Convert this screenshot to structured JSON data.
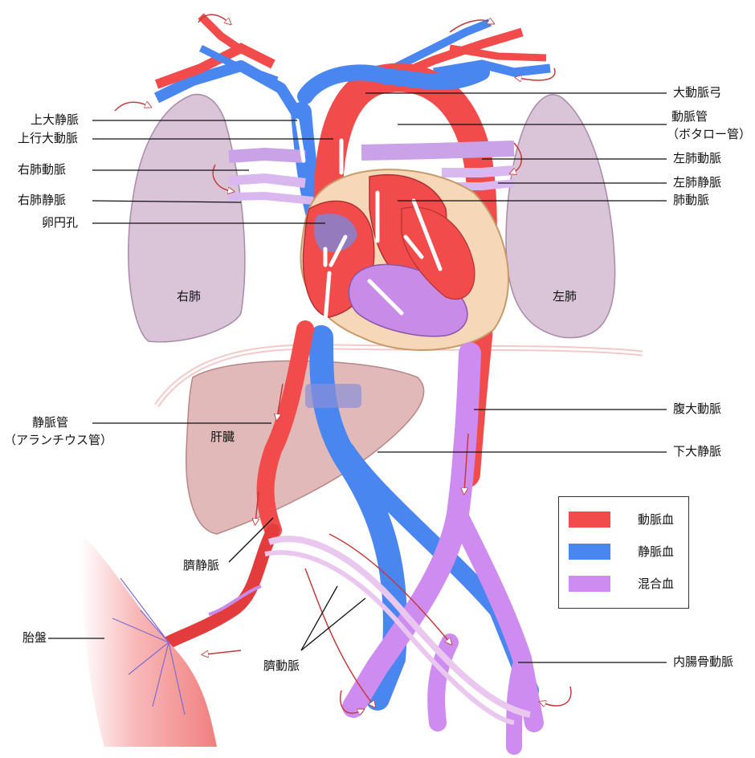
{
  "labels": {
    "aortic_arch": "大動脈弓",
    "ductus_arteriosus": "動脈管",
    "ductus_arteriosus_alt": "（ボタロー管）",
    "left_pulmonary_artery": "左肺動脈",
    "left_pulmonary_vein": "左肺静脈",
    "pulmonary_artery": "肺動脈",
    "superior_vena_cava": "上大静脈",
    "ascending_aorta": "上行大動脈",
    "right_pulmonary_artery": "右肺動脈",
    "right_pulmonary_vein": "右肺静脈",
    "foramen_ovale": "卵円孔",
    "right_lung": "右肺",
    "left_lung": "左肺",
    "liver": "肝臓",
    "ductus_venosus": "静脈管",
    "ductus_venosus_alt": "（アランチウス管）",
    "abdominal_aorta": "腹大動脈",
    "inferior_vena_cava": "下大静脈",
    "umbilical_vein": "臍静脈",
    "umbilical_artery": "臍動脈",
    "placenta": "胎盤",
    "internal_iliac_artery": "内腸骨動脈"
  },
  "legend": [
    {
      "label": "動脈血",
      "color": "#f24b4b"
    },
    {
      "label": "静脈血",
      "color": "#4a86ef"
    },
    {
      "label": "混合血",
      "color": "#cf8cf0"
    }
  ],
  "colors": {
    "arterial": "#f24b4b",
    "venous": "#4a86ef",
    "mixed": "#cf8cf0",
    "lung": "#d7c2d6",
    "liver": "#d9a3a3",
    "heart_outline": "#f6d7b8",
    "placenta": "#f7a5a5"
  }
}
